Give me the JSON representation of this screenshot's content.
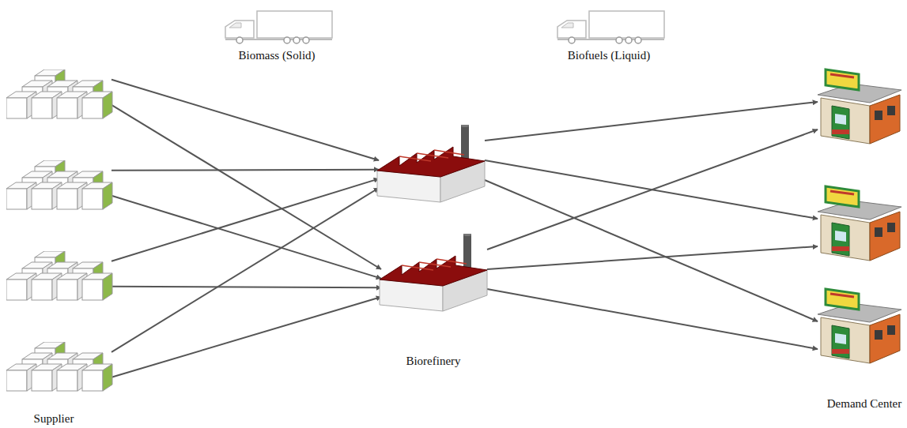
{
  "diagram": {
    "nodes": [
      {
        "text": []
      },
      {
        "text": []
      },
      {
        "text": []
      },
      {
        "text": [
          "Supplier"
        ]
      },
      {
        "text": []
      },
      {
        "text": [
          "Biorefinery"
        ]
      },
      {
        "text": []
      },
      {
        "text": []
      },
      {
        "text": [
          "Demand Center"
        ]
      }
    ],
    "edges": [
      {
        "from": 0,
        "to": 4,
        "arrow": "to"
      },
      {
        "from": 0,
        "to": 5,
        "arrow": "to"
      },
      {
        "from": 1,
        "to": 4,
        "arrow": "to"
      },
      {
        "from": 1,
        "to": 5,
        "arrow": "to"
      },
      {
        "from": 2,
        "to": 4,
        "arrow": "to"
      },
      {
        "from": 2,
        "to": 5,
        "arrow": "to"
      },
      {
        "from": 3,
        "to": 4,
        "arrow": "to"
      },
      {
        "from": 3,
        "to": 5,
        "arrow": "to"
      },
      {
        "from": 4,
        "to": 6,
        "arrow": "to"
      },
      {
        "from": 4,
        "to": 7,
        "arrow": "to"
      },
      {
        "from": 4,
        "to": 8,
        "arrow": "to"
      },
      {
        "from": 5,
        "to": 6,
        "arrow": "to"
      },
      {
        "from": 5,
        "to": 7,
        "arrow": "to"
      },
      {
        "from": 5,
        "to": 8,
        "arrow": "to"
      }
    ],
    "labels": [
      "Biomass (Solid)",
      "Biofuels (Liquid)"
    ]
  }
}
